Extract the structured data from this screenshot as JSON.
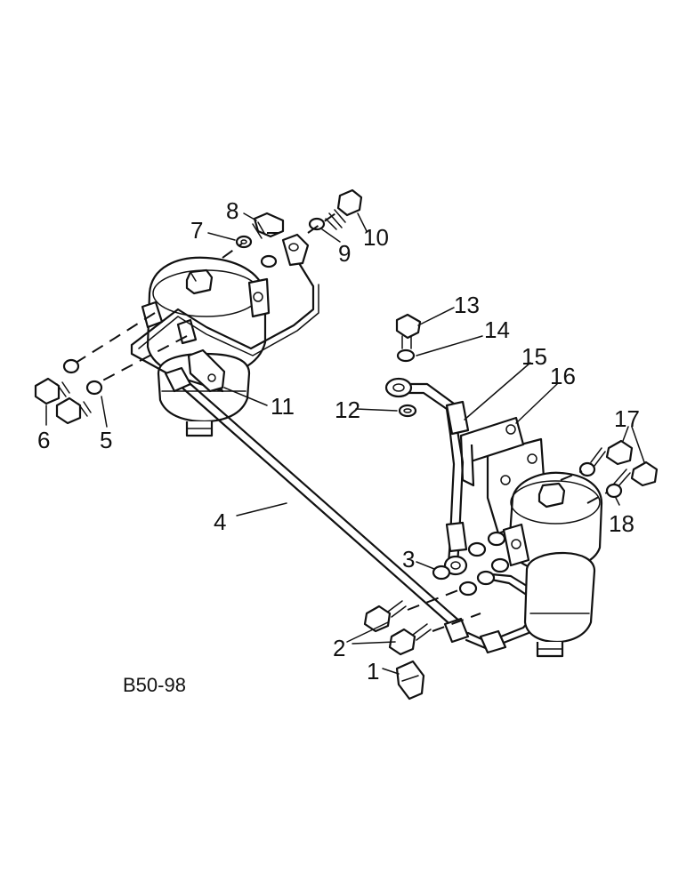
{
  "diagram": {
    "figure_code": "B50-98",
    "callouts": [
      "1",
      "2",
      "3",
      "4",
      "5",
      "6",
      "7",
      "8",
      "9",
      "10",
      "11",
      "12",
      "13",
      "14",
      "15",
      "16",
      "17",
      "18"
    ]
  }
}
